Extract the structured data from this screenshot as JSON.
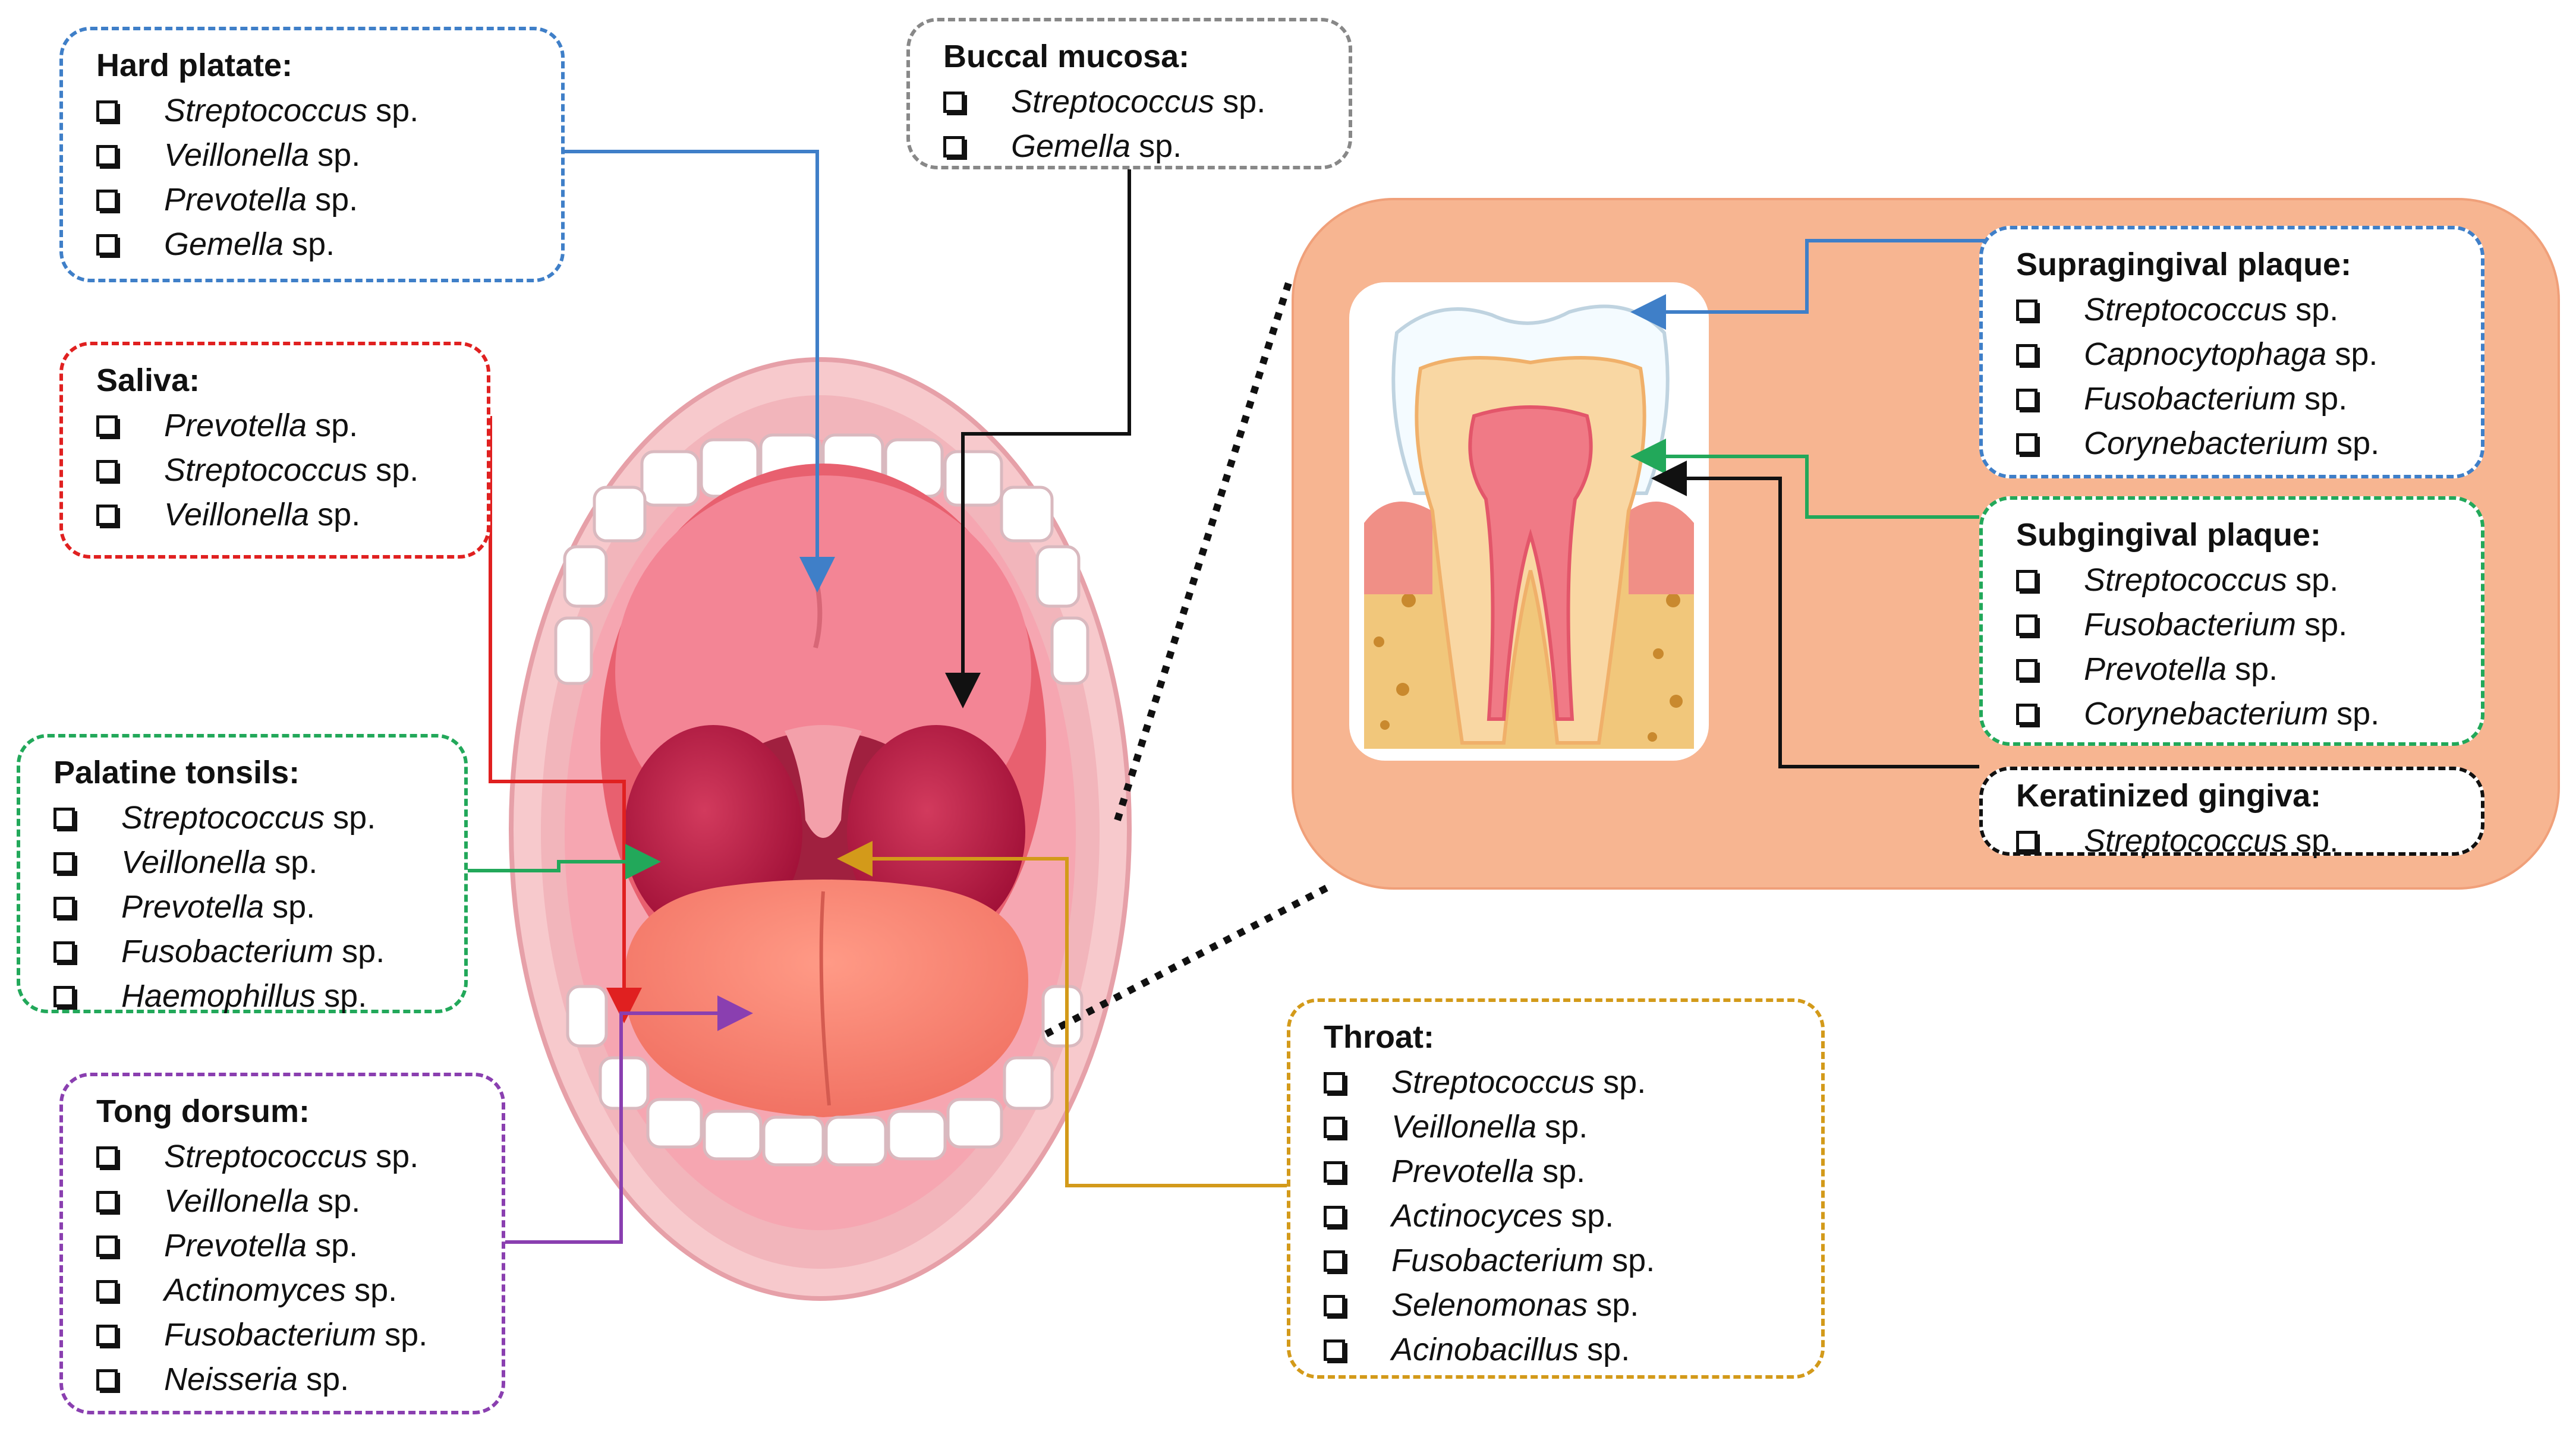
{
  "colors": {
    "blue": "#3f7fc8",
    "red": "#e02020",
    "green": "#22a85a",
    "purple": "#8a3fb0",
    "gold": "#d39a1a",
    "gray": "#888888",
    "black": "#111111",
    "inset_bg": "#f7b591"
  },
  "boxes": {
    "hard_palate": {
      "title": "Hard platate:",
      "items": [
        {
          "genus": "Streptococcus",
          "suffix": "sp."
        },
        {
          "genus": "Veillonella",
          "suffix": "sp."
        },
        {
          "genus": "Prevotella",
          "suffix": "sp."
        },
        {
          "genus": "Gemella",
          "suffix": "sp."
        }
      ]
    },
    "buccal": {
      "title": "Buccal mucosa:",
      "items": [
        {
          "genus": "Streptococcus",
          "suffix": "sp."
        },
        {
          "genus": "Gemella",
          "suffix": "sp."
        }
      ]
    },
    "saliva": {
      "title": "Saliva:",
      "items": [
        {
          "genus": "Prevotella",
          "suffix": "sp."
        },
        {
          "genus": "Streptococcus",
          "suffix": "sp."
        },
        {
          "genus": "Veillonella",
          "suffix": "sp."
        }
      ]
    },
    "tonsils": {
      "title": "Palatine tonsils:",
      "items": [
        {
          "genus": "Streptococcus",
          "suffix": "sp."
        },
        {
          "genus": "Veillonella",
          "suffix": "sp."
        },
        {
          "genus": "Prevotella",
          "suffix": "sp."
        },
        {
          "genus": "Fusobacterium",
          "suffix": "sp."
        },
        {
          "genus": "Haemophillus",
          "suffix": "sp."
        }
      ]
    },
    "tongue": {
      "title": "Tong dorsum:",
      "items": [
        {
          "genus": "Streptococcus",
          "suffix": "sp."
        },
        {
          "genus": "Veillonella",
          "suffix": "sp."
        },
        {
          "genus": "Prevotella",
          "suffix": "sp."
        },
        {
          "genus": "Actinomyces",
          "suffix": "sp."
        },
        {
          "genus": "Fusobacterium",
          "suffix": "sp."
        },
        {
          "genus": "Neisseria",
          "suffix": "sp."
        }
      ]
    },
    "throat": {
      "title": "Throat:",
      "items": [
        {
          "genus": "Streptococcus",
          "suffix": "sp."
        },
        {
          "genus": "Veillonella",
          "suffix": "sp."
        },
        {
          "genus": "Prevotella",
          "suffix": "sp."
        },
        {
          "genus": "Actinocyces",
          "suffix": "sp."
        },
        {
          "genus": "Fusobacterium",
          "suffix": "sp."
        },
        {
          "genus": "Selenomonas",
          "suffix": "sp."
        },
        {
          "genus": "Acinobacillus",
          "suffix": "sp."
        }
      ]
    },
    "supragingival": {
      "title": "Supragingival  plaque:",
      "items": [
        {
          "genus": "Streptococcus",
          "suffix": "sp."
        },
        {
          "genus": "Capnocytophaga",
          "suffix": "sp."
        },
        {
          "genus": "Fusobacterium",
          "suffix": "sp."
        },
        {
          "genus": "Corynebacterium",
          "suffix": "sp."
        }
      ]
    },
    "subgingival": {
      "title": "Subgingival plaque:",
      "items": [
        {
          "genus": "Streptococcus",
          "suffix": "sp."
        },
        {
          "genus": "Fusobacterium",
          "suffix": "sp."
        },
        {
          "genus": "Prevotella",
          "suffix": "sp."
        },
        {
          "genus": "Corynebacterium",
          "suffix": "sp."
        }
      ]
    },
    "gingiva": {
      "title": "Keratinized gingiva:",
      "items": [
        {
          "genus": "Streptococcus",
          "suffix": "sp."
        }
      ]
    }
  }
}
